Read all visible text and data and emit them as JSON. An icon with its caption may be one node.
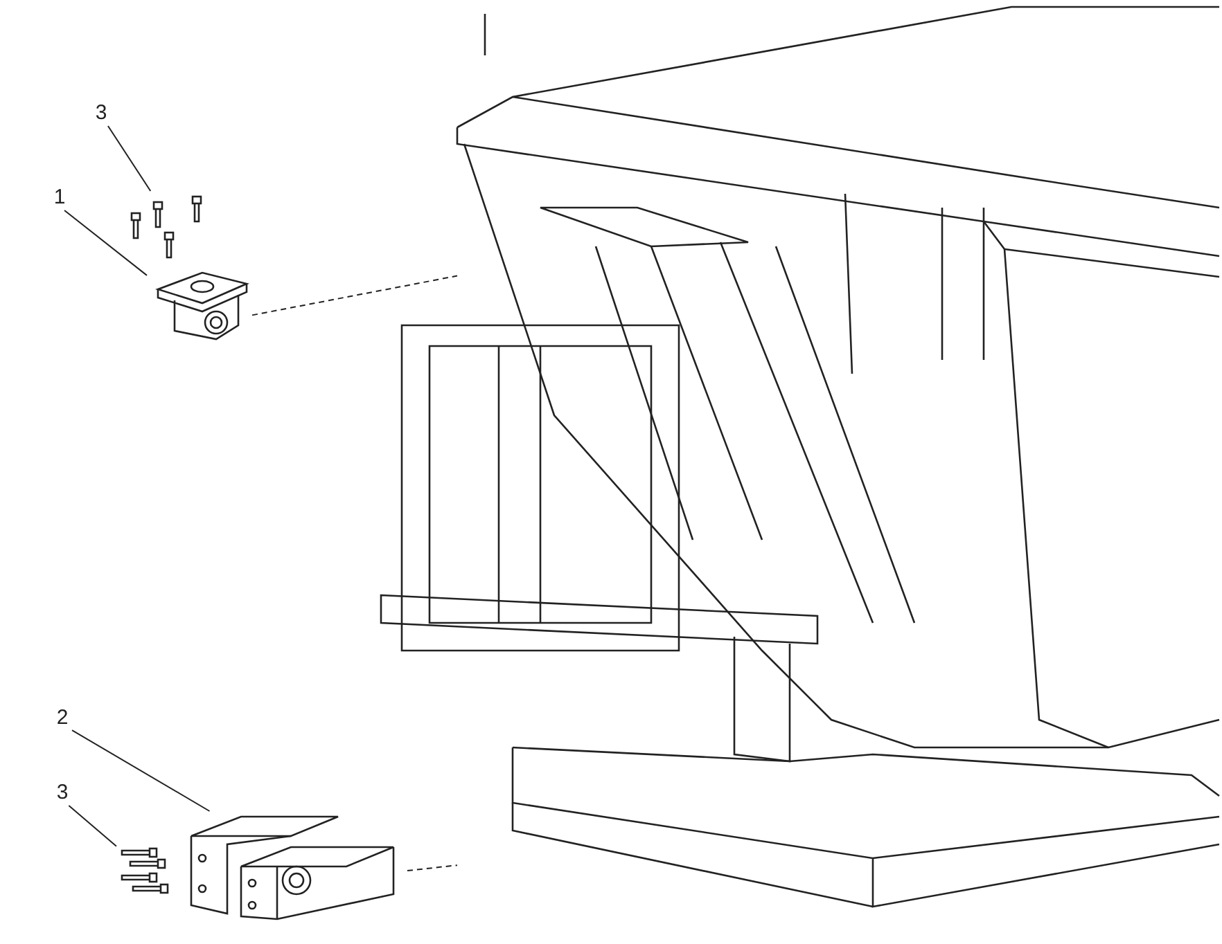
{
  "diagram": {
    "nodes": [
      {
        "text": [
          "3"
        ]
      },
      {
        "text": [
          "1"
        ]
      },
      {
        "text": [],
        "shape": "picture"
      },
      {
        "text": [],
        "shape": "picture"
      },
      {
        "text": [
          "2"
        ]
      },
      {
        "text": [
          "3"
        ]
      },
      {
        "text": [],
        "shape": "picture"
      },
      {
        "text": [],
        "shape": "picture"
      },
      {
        "text": [],
        "shape": "picture"
      }
    ],
    "edges": [
      {
        "from": 0,
        "to": 3,
        "arrow": "none"
      },
      {
        "from": 1,
        "to": 2,
        "arrow": "none"
      },
      {
        "from": 4,
        "to": 7,
        "arrow": "none"
      },
      {
        "from": 5,
        "to": 6,
        "arrow": "none"
      },
      {
        "from": 2,
        "to": 8,
        "arrow": "none",
        "style": "dashed"
      },
      {
        "from": 7,
        "to": 8,
        "arrow": "none",
        "style": "dashed"
      }
    ]
  }
}
